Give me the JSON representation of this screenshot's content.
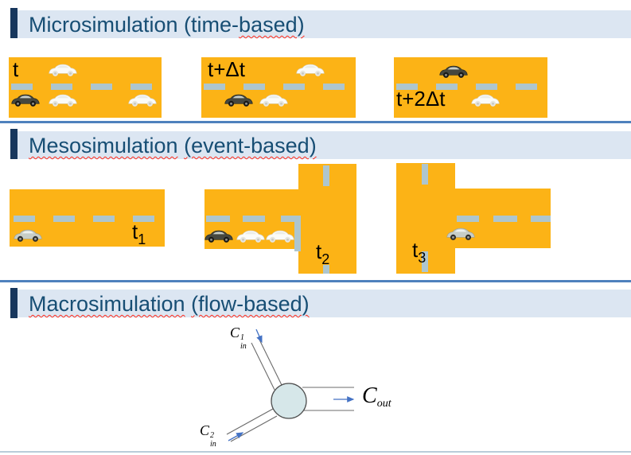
{
  "colors": {
    "accent_line": "#4f81bd",
    "header_bar": "#17375d",
    "header_band": "#dce6f2",
    "title_text": "#174e74",
    "squiggle": "#ff2a1a",
    "road_orange": "#fcb316",
    "lane_dash": "#aec6ce",
    "node_fill": "#d6e7e9",
    "node_stroke": "#4d4d4d",
    "flow_arrow": "#4472c4",
    "footer_line": "#b9ccd9"
  },
  "icons": {
    "dark_car": "dark-car-icon",
    "white_car": "white-car-icon",
    "silver_car": "silver-car-icon",
    "junction_node": "flow-junction-node"
  },
  "sections": {
    "micro": {
      "title_segments": [
        {
          "text": "Microsimulation (time-",
          "squiggle": false
        },
        {
          "text": "based)",
          "squiggle": true
        }
      ],
      "time_labels": [
        "t",
        "t+Δt",
        "t+2Δt"
      ]
    },
    "meso": {
      "title_segments": [
        {
          "text": "Mesosimulation",
          "squiggle": true
        },
        {
          "text": " ",
          "squiggle": false
        },
        {
          "text": "(event-based)",
          "squiggle": true
        }
      ],
      "time_labels": [
        {
          "base": "t",
          "sub": "1"
        },
        {
          "base": "t",
          "sub": "2"
        },
        {
          "base": "t",
          "sub": "3"
        }
      ]
    },
    "macro": {
      "title_segments": [
        {
          "text": "Macrosimulation",
          "squiggle": true
        },
        {
          "text": " ",
          "squiggle": false
        },
        {
          "text": "(flow-based)",
          "squiggle": true
        }
      ],
      "flow_labels": {
        "in1": {
          "base": "C",
          "sup": "1",
          "sub": "in"
        },
        "in2": {
          "base": "C",
          "sup": "2",
          "sub": "in"
        },
        "out": {
          "base": "C",
          "sub": "out"
        }
      }
    }
  }
}
